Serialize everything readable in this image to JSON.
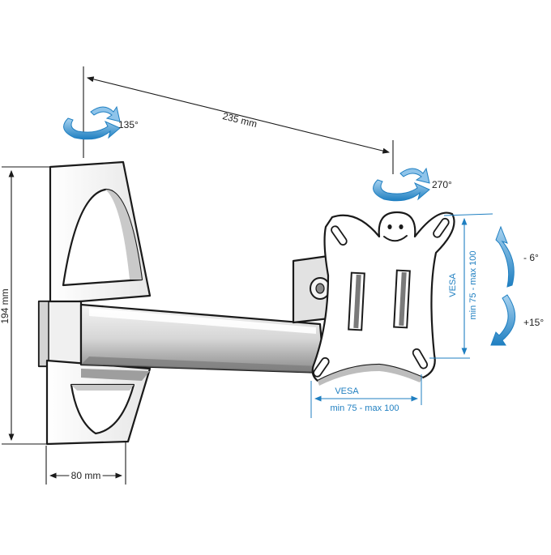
{
  "colors": {
    "accent_blue": "#1f7fc1",
    "arrow_blue_light": "#8fc4ea",
    "line": "#1a1a1a",
    "body_fill": "#ffffff",
    "shade_light": "#e8e8e8",
    "shade_mid": "#bdbdbd",
    "shade_dark": "#6e6e6e"
  },
  "dimensions": {
    "arm_length": "235 mm",
    "height": "194 mm",
    "width": "80 mm"
  },
  "rotations": {
    "wall_swivel": "135°",
    "plate_swivel": "270°",
    "tilt_up": "- 6°",
    "tilt_down": "+15°"
  },
  "vesa": {
    "vertical": {
      "label": "VESA",
      "range": "min 75 - max 100"
    },
    "horizontal": {
      "label": "VESA",
      "range": "min 75 - max 100"
    }
  },
  "icons": [
    "rotate-arrow-icon",
    "tilt-arrow-icon",
    "smiley-icon"
  ]
}
